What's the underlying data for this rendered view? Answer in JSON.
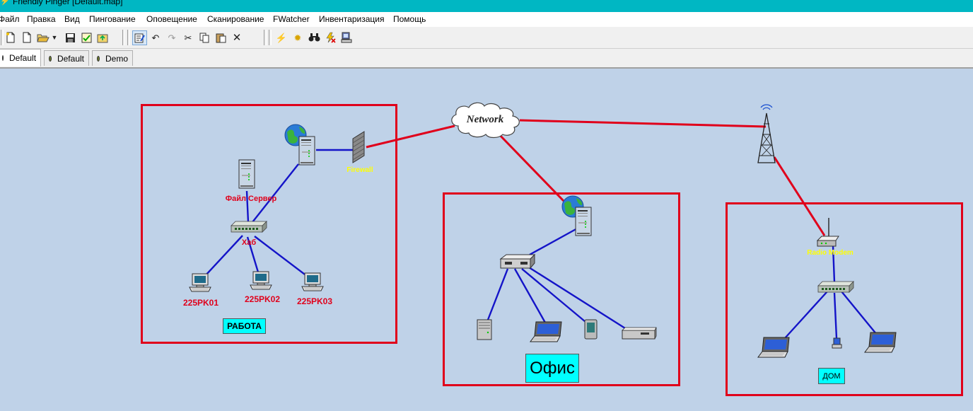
{
  "window": {
    "title": "Friendly Pinger [Default.map]"
  },
  "menu": {
    "items": [
      "Файл",
      "Правка",
      "Вид",
      "Пингование",
      "Оповещение",
      "Сканирование",
      "FWatcher",
      "Инвентаризация",
      "Помощь"
    ]
  },
  "tabs": [
    {
      "label": "Default",
      "active": true,
      "dot_color": "#7b2f9c"
    },
    {
      "label": "Default",
      "active": false,
      "dot_color": "#6e7d2e"
    },
    {
      "label": "Demo",
      "active": false,
      "dot_color": "#6e7d2e"
    }
  ],
  "map": {
    "cloud_label": "Network",
    "groups": {
      "work": "РАБОТА",
      "office": "Офис",
      "home": "ДОМ"
    },
    "device_labels": {
      "firewall": "Firewall",
      "file_server": "Файл Сервер",
      "hub": "Хаб",
      "pc1": "225PK01",
      "pc2": "225PK02",
      "pc3": "225PK03",
      "radio_modem": "Radio Modem"
    }
  },
  "colors": {
    "canvas_bg": "#bfd2e8",
    "red_link": "#e0001b",
    "blue_link": "#1414c8",
    "group_border": "#e0001b",
    "label_red": "#e0001b",
    "label_yellow": "#ffff00",
    "group_label_bg": "#00ffff",
    "titlebar": "#00b7c3"
  }
}
